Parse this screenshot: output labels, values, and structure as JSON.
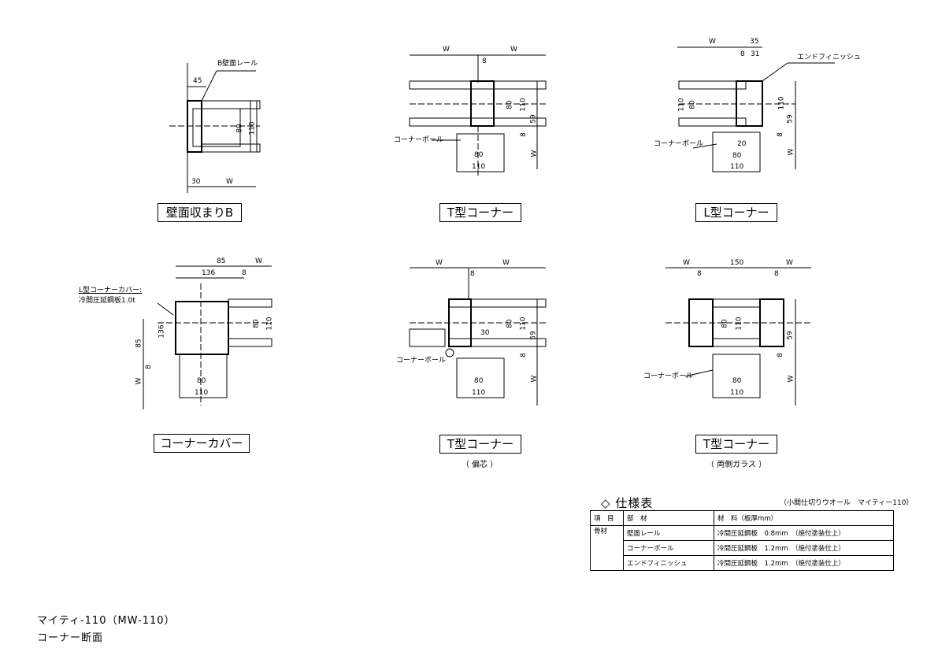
{
  "drawing_title": {
    "line1": "マイティ-110（MW-110）",
    "line2": "コーナー断面"
  },
  "diagrams": {
    "wall_b": {
      "title": "壁面収まりB",
      "leader": "B壁面レール",
      "dims": [
        "45",
        "80",
        "110",
        "30",
        "W"
      ]
    },
    "t_corner": {
      "title": "T型コーナー",
      "leader": "コーナーポール",
      "dims": [
        "W",
        "W",
        "8",
        "110",
        "80",
        "59",
        "8",
        "W",
        "80",
        "110"
      ]
    },
    "l_corner": {
      "title": "L型コーナー",
      "leader": "エンドフィニッシュ",
      "leader2": "コーナーポール",
      "dims": [
        "W",
        "35",
        "8",
        "31",
        "110",
        "80",
        "110",
        "59",
        "8",
        "W",
        "80",
        "110",
        "20"
      ]
    },
    "corner_cover": {
      "title": "コーナーカバー",
      "leader_line1": "L型コーナーカバー:",
      "leader_line2": "冷間圧延鋼板1.0t",
      "dims": [
        "85",
        "W",
        "136",
        "8",
        "136",
        "85",
        "8",
        "W",
        "80",
        "110",
        "80",
        "110"
      ]
    },
    "t_corner_offset": {
      "title": "T型コーナー",
      "subtitle": "（ 偏芯 ）",
      "leader": "コーナーポール",
      "dims": [
        "W",
        "W",
        "8",
        "30",
        "110",
        "80",
        "59",
        "8",
        "W",
        "80",
        "110"
      ]
    },
    "t_corner_glass": {
      "title": "T型コーナー",
      "subtitle": "（ 両側ガラス ）",
      "leader": "コーナーポール",
      "dims": [
        "W",
        "150",
        "W",
        "8",
        "8",
        "110",
        "80",
        "59",
        "8",
        "W",
        "80",
        "110"
      ]
    }
  },
  "spec": {
    "title": "◇ 仕様表",
    "subtitle": "（小間仕切りウオール　マイティー110）",
    "headers": [
      "項　目",
      "部　材",
      "材　料（板厚mm）"
    ],
    "category": "骨材",
    "rows": [
      {
        "part": "壁面レール",
        "material": "冷間圧延鋼板　0.8mm　（焼付塗装仕上）"
      },
      {
        "part": "コーナーポール",
        "material": "冷間圧延鋼板　1.2mm　（焼付塗装仕上）"
      },
      {
        "part": "エンドフィニッシュ",
        "material": "冷間圧延鋼板　1.2mm　（焼付塗装仕上）"
      }
    ]
  }
}
